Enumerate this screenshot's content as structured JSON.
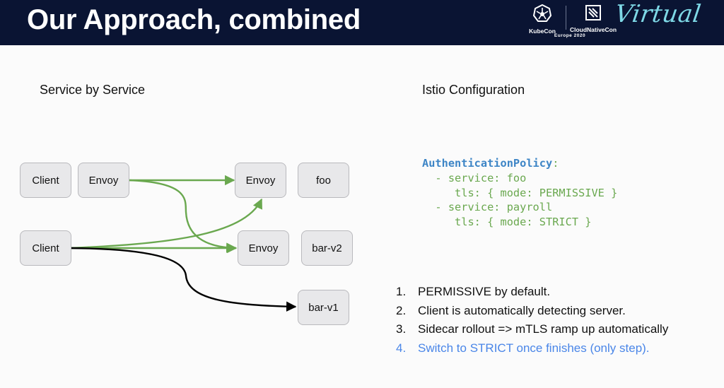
{
  "header": {
    "title": "Our Approach, combined",
    "kubecon_label": "KubeCon",
    "cncf_label": "CloudNativeCon",
    "event_label": "Europe 2020",
    "virtual_label": "Virtual"
  },
  "left": {
    "heading": "Service by Service"
  },
  "right": {
    "heading": "Istio Configuration"
  },
  "diagram": {
    "nodes": {
      "client1": "Client",
      "envoy1": "Envoy",
      "envoy_foo": "Envoy",
      "foo": "foo",
      "client2": "Client",
      "envoy_bar": "Envoy",
      "bar_v2": "bar-v2",
      "bar_v1": "bar-v1"
    },
    "colors": {
      "green": "#6aa84f",
      "black": "#000000"
    }
  },
  "code": {
    "keyword": "AuthenticationPolicy",
    "colon": ":",
    "line1": "  - service: foo",
    "line2": "     tls: { mode: PERMISSIVE }",
    "line3": "  - service: payroll",
    "line4": "     tls: { mode: STRICT }"
  },
  "steps": [
    {
      "num": "1.",
      "text": "PERMISSIVE by default."
    },
    {
      "num": "2.",
      "text": "Client is automatically detecting server."
    },
    {
      "num": "3.",
      "text": "Sidecar rollout => mTLS ramp up automatically"
    },
    {
      "num": "4.",
      "text": "Switch to STRICT once finishes (only step)."
    }
  ]
}
